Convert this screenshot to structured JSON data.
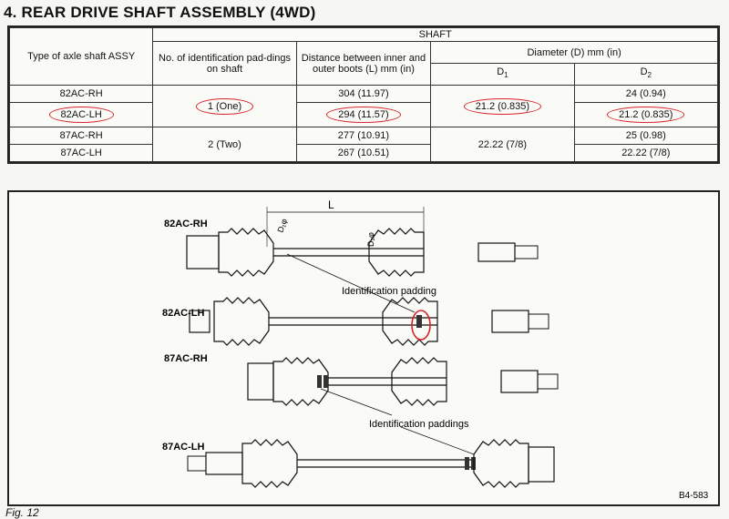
{
  "page": {
    "title": "4. REAR DRIVE SHAFT ASSEMBLY (4WD)"
  },
  "table": {
    "header_shaft": "SHAFT",
    "col_type": "Type of axle shaft ASSY",
    "col_padding": "No. of identification pad-dings on shaft",
    "col_distance": "Distance between inner and outer boots (L) mm (in)",
    "col_diameter": "Diameter (D) mm (in)",
    "d1_label": "D",
    "d1_sub": "1",
    "d2_label": "D",
    "d2_sub": "2",
    "rows": [
      {
        "type": "82AC-RH",
        "distance": "304 (11.97)",
        "d2": "24 (0.94)"
      },
      {
        "type": "82AC-LH",
        "distance": "294 (11.57)",
        "d2": "21.2 (0.835)"
      },
      {
        "type": "87AC-RH",
        "distance": "277 (10.91)",
        "d2": "25 (0.98)"
      },
      {
        "type": "87AC-LH",
        "distance": "267 (10.51)",
        "d2": "22.22 (7/8)"
      }
    ],
    "padding_one": "1 (One)",
    "padding_two": "2 (Two)",
    "d1_group1": "21.2 (0.835)",
    "d1_group2": "22.22 (7/8)"
  },
  "figure": {
    "shafts": [
      "82AC-RH",
      "82AC-LH",
      "87AC-RH",
      "87AC-LH"
    ],
    "dim_L": "L",
    "dim_d1": "D₁φ",
    "dim_d2": "D₂φ",
    "callout_single": "Identification padding",
    "callout_double": "Identification paddings",
    "code": "B4-583",
    "caption": "Fig. 12"
  },
  "colors": {
    "highlight": "#d8232a",
    "ink": "#111111"
  }
}
